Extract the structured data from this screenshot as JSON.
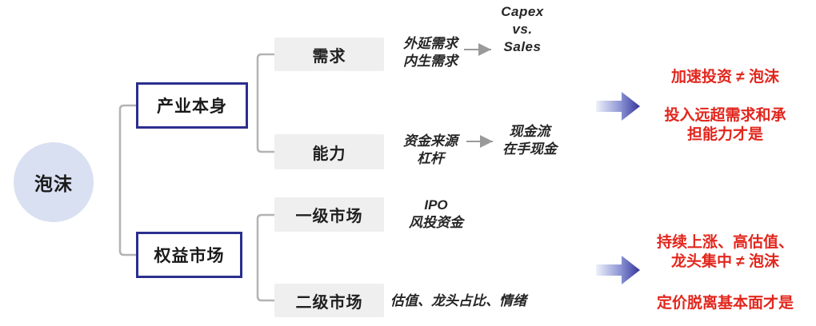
{
  "root": {
    "label": "泡沫"
  },
  "level1": [
    {
      "label": "产业本身"
    },
    {
      "label": "权益市场"
    }
  ],
  "level2": [
    {
      "label": "需求"
    },
    {
      "label": "能力"
    },
    {
      "label": "一级市场"
    },
    {
      "label": "二级市场"
    }
  ],
  "annotations": {
    "demand_factors": "外延需求\n内生需求",
    "demand_metric": "Capex\nvs.\nSales",
    "capability_factors": "资金来源\n杠杆",
    "capability_metric": "现金流\n在手现金",
    "primary_market_factors": "IPO\n风投资金",
    "secondary_market_factors": "估值、龙头占比、情绪"
  },
  "conclusions": {
    "industry": {
      "headline": "加速投资 ≠ 泡沫",
      "detail": "投入远超需求和承\n担能力才是"
    },
    "market": {
      "headline": "持续上涨、高估值、\n龙头集中 ≠ 泡沫",
      "detail": "定价脱离基本面才是"
    }
  },
  "colors": {
    "accent_red": "#e2261d",
    "navy_border": "#2b2f8e",
    "circle_fill": "#d9e0f1",
    "gray_box_fill": "#efeff0",
    "connector_gray": "#b3b3b3",
    "arrow_dark_blue": "#34349c",
    "arrow_light_blue": "#eaeef9"
  }
}
